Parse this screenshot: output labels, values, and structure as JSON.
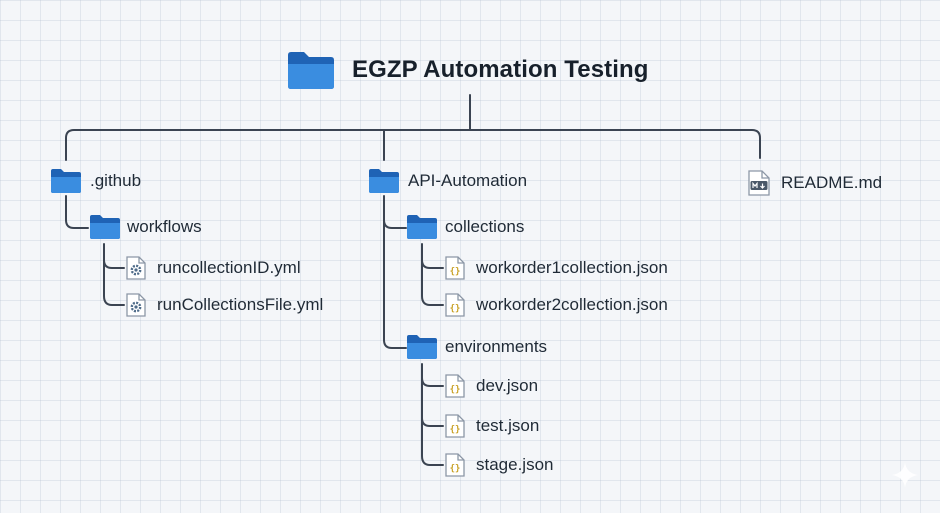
{
  "root": {
    "label": "EGZP Automation Testing",
    "icon": "folder-icon"
  },
  "github": {
    "label": ".github",
    "icon": "folder-icon",
    "workflows": {
      "label": "workflows",
      "icon": "folder-icon",
      "files": [
        {
          "label": "runcollectionID.yml",
          "icon": "gear-file-icon"
        },
        {
          "label": "runCollectionsFile.yml",
          "icon": "gear-file-icon"
        }
      ]
    }
  },
  "api": {
    "label": "API-Automation",
    "icon": "folder-icon",
    "collections": {
      "label": "collections",
      "icon": "folder-icon",
      "files": [
        {
          "label": "workorder1collection.json",
          "icon": "json-file-icon"
        },
        {
          "label": "workorder2collection.json",
          "icon": "json-file-icon"
        }
      ]
    },
    "environments": {
      "label": "environments",
      "icon": "folder-icon",
      "files": [
        {
          "label": "dev.json",
          "icon": "json-file-icon"
        },
        {
          "label": "test.json",
          "icon": "json-file-icon"
        },
        {
          "label": "stage.json",
          "icon": "json-file-icon"
        }
      ]
    }
  },
  "readme": {
    "label": "README.md",
    "icon": "markdown-file-icon"
  },
  "colors": {
    "folder_dark": "#1f63b5",
    "folder_light": "#3a8de0",
    "line": "#3b4452",
    "json_brace": "#c9a227",
    "gear": "#4d6a88"
  }
}
